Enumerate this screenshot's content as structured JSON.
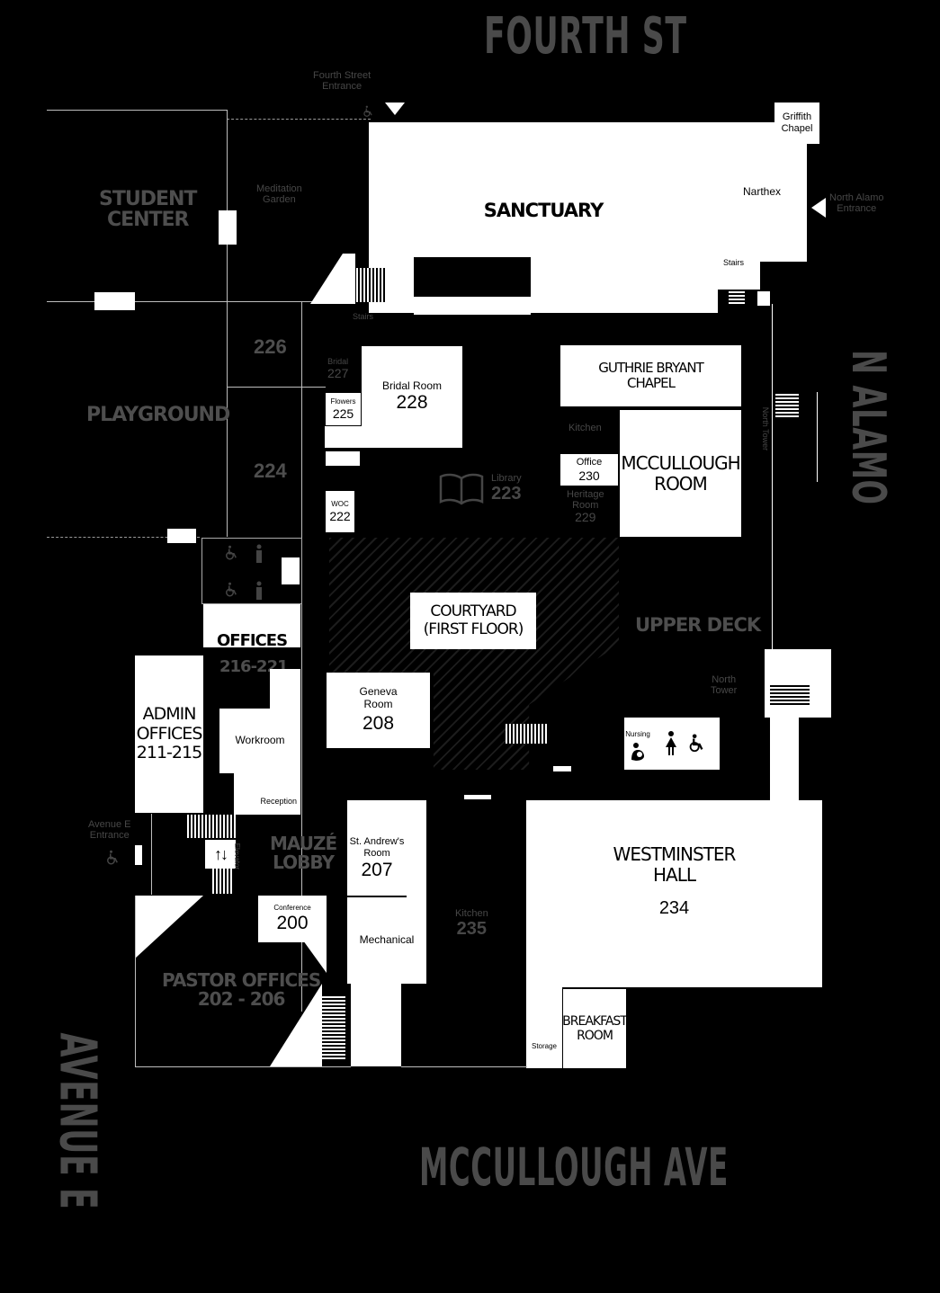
{
  "streets": {
    "north": "FOURTH ST",
    "east": "N ALAMO",
    "south": "MCCULLOUGH AVE",
    "west": "AVENUE E"
  },
  "entrances": {
    "fourth_street": "Fourth Street\nEntrance",
    "north_alamo": "North Alamo\nEntrance",
    "avenue_e": "Avenue E\nEntrance"
  },
  "rooms": {
    "sanctuary": "SANCTUARY",
    "narthex": "Narthex",
    "griffith_chapel": "Griffith\nChapel",
    "stairs_east": "Stairs",
    "stairs_west": "Stairs",
    "student_center": "STUDENT\nCENTER",
    "meditation_garden": "Meditation\nGarden",
    "playground": "PLAYGROUND",
    "room_226": "226",
    "room_224": "224",
    "bridal_room_label": "Bridal Room",
    "bridal_room_number": "228",
    "bridal_227_label": "Bridal",
    "bridal_227_number": "227",
    "flowers_label": "Flowers",
    "flowers_number": "225",
    "woc_label": "WOC",
    "woc_number": "222",
    "library_label": "Library",
    "library_number": "223",
    "guthrie_bryant_chapel": "GUTHRIE BRYANT\nCHAPEL",
    "kitchen_small": "Kitchen",
    "office_230_label": "Office",
    "office_230_number": "230",
    "heritage_room_label": "Heritage\nRoom",
    "heritage_room_number": "229",
    "mccullough_room": "MCCULLOUGH\nROOM",
    "north_tower": "North Tower",
    "courtyard": "COURTYARD\n(FIRST FLOOR)",
    "upper_deck": "UPPER DECK",
    "north_tower_2": "North\nTower",
    "offices_label": "OFFICES",
    "offices_number": "216-221",
    "admin_offices": "ADMIN\nOFFICES\n211-215",
    "workroom": "Workroom",
    "reception": "Reception",
    "geneva_room_label": "Geneva\nRoom",
    "geneva_room_number": "208",
    "nursing": "Nursing",
    "mauze_lobby": "MAUZÉ\nLOBBY",
    "elevator": "Elevator",
    "st_andrews_label": "St. Andrew's\nRoom",
    "st_andrews_number": "207",
    "conference_label": "Conference",
    "conference_number": "200",
    "mechanical": "Mechanical",
    "kitchen_label": "Kitchen",
    "kitchen_number": "235",
    "westminster_hall_label": "WESTMINSTER\nHALL",
    "westminster_hall_number": "234",
    "pastor_offices": "PASTOR OFFICES\n202 - 206",
    "breakfast_room": "BREAKFAST\nROOM",
    "storage": "Storage",
    "elevator_arrows": "↑↓"
  },
  "icons": [
    "wheelchair-icon",
    "restroom-icon",
    "woman-icon",
    "nursing-icon",
    "book-icon",
    "arrow-left-icon",
    "arrow-down-icon",
    "elevator-icon"
  ],
  "colors": {
    "background": "#000000",
    "room_fill": "#ffffff",
    "ghost_text": "#4e4e4e",
    "hatch": "#1c1c1c"
  }
}
